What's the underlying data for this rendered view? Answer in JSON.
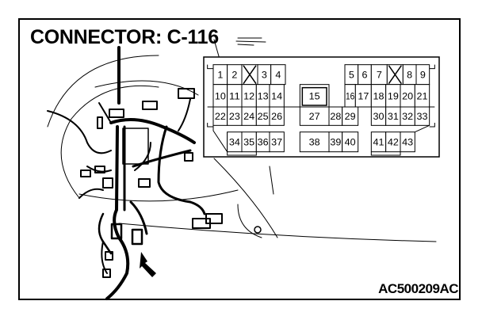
{
  "title": "CONNECTOR: C-116",
  "figure_code": "AC500209AC",
  "connector": {
    "pins": [
      "1",
      "2",
      "3",
      "4",
      "5",
      "6",
      "7",
      "8",
      "9",
      "10",
      "11",
      "12",
      "13",
      "14",
      "15",
      "16",
      "17",
      "18",
      "19",
      "20",
      "21",
      "22",
      "23",
      "24",
      "25",
      "26",
      "27",
      "28",
      "29",
      "30",
      "31",
      "32",
      "33",
      "34",
      "35",
      "36",
      "37",
      "38",
      "39",
      "40",
      "41",
      "42",
      "43"
    ]
  },
  "colors": {
    "line": "#000000",
    "background": "#ffffff"
  }
}
